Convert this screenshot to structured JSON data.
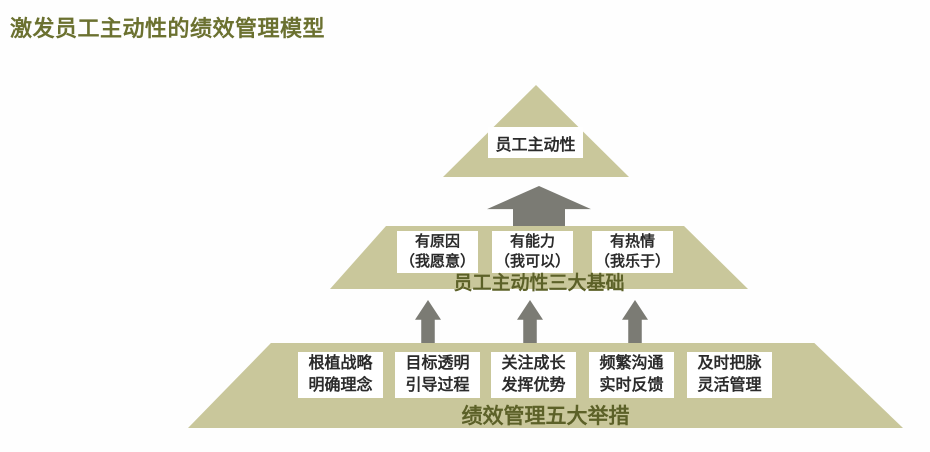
{
  "title": "激发员工主动性的绩效管理模型",
  "colors": {
    "pyramid_fill": "#c9c79b",
    "arrow_gray": "#7b7b74",
    "title_olive": "#6b7130",
    "tier_label_olive": "#5c6128",
    "box_bg": "#ffffff",
    "box_text": "#2b2b2b"
  },
  "pyramid": {
    "top": {
      "label": "员工主动性"
    },
    "middle": {
      "boxes": [
        {
          "line1": "有原因",
          "line2": "（我愿意）"
        },
        {
          "line1": "有能力",
          "line2": "（我可以）"
        },
        {
          "line1": "有热情",
          "line2": "（我乐于）"
        }
      ],
      "label": "员工主动性三大基础"
    },
    "bottom": {
      "boxes": [
        {
          "line1": "根植战略",
          "line2": "明确理念"
        },
        {
          "line1": "目标透明",
          "line2": "引导过程"
        },
        {
          "line1": "关注成长",
          "line2": "发挥优势"
        },
        {
          "line1": "频繁沟通",
          "line2": "实时反馈"
        },
        {
          "line1": "及时把脉",
          "line2": "灵活管理"
        }
      ],
      "label": "绩效管理五大举措"
    }
  }
}
